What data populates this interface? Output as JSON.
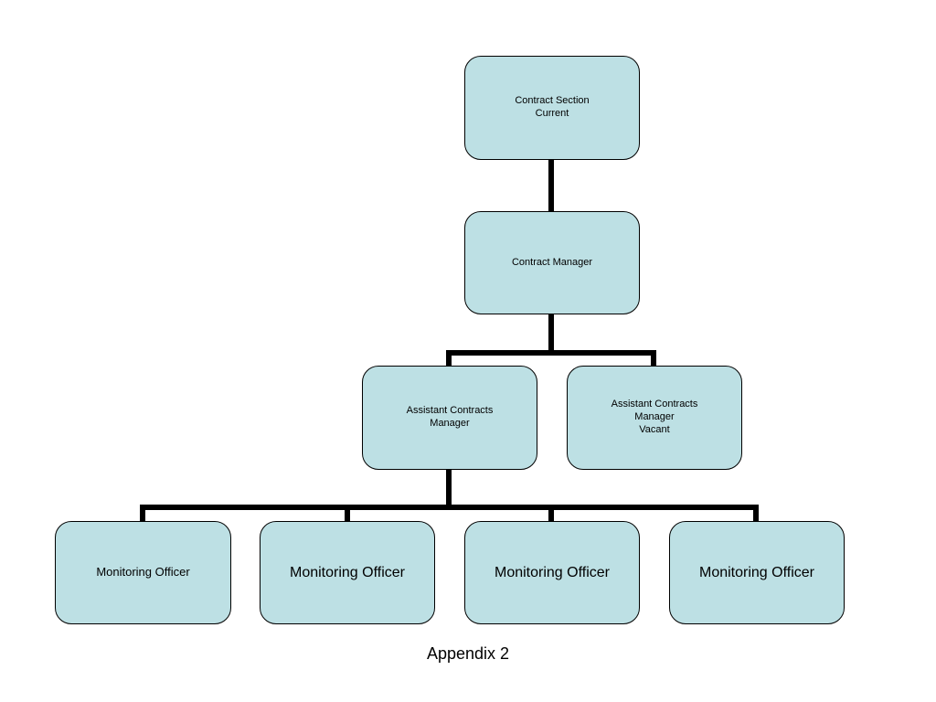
{
  "style": {
    "box_fill": "#bde0e4",
    "box_border": "#000000",
    "connector_color": "#000000"
  },
  "org_chart": {
    "root": {
      "lines": [
        "Contract Section",
        "Current"
      ]
    },
    "manager": {
      "lines": [
        "Contract Manager"
      ]
    },
    "assistants": [
      {
        "lines": [
          "Assistant Contracts",
          "Manager"
        ]
      },
      {
        "lines": [
          "Assistant Contracts",
          "Manager",
          "Vacant"
        ]
      }
    ],
    "officers": [
      {
        "lines": [
          "Monitoring Officer"
        ]
      },
      {
        "lines": [
          "Monitoring Officer"
        ]
      },
      {
        "lines": [
          "Monitoring Officer"
        ]
      },
      {
        "lines": [
          "Monitoring Officer"
        ]
      }
    ]
  },
  "caption": "Appendix 2"
}
